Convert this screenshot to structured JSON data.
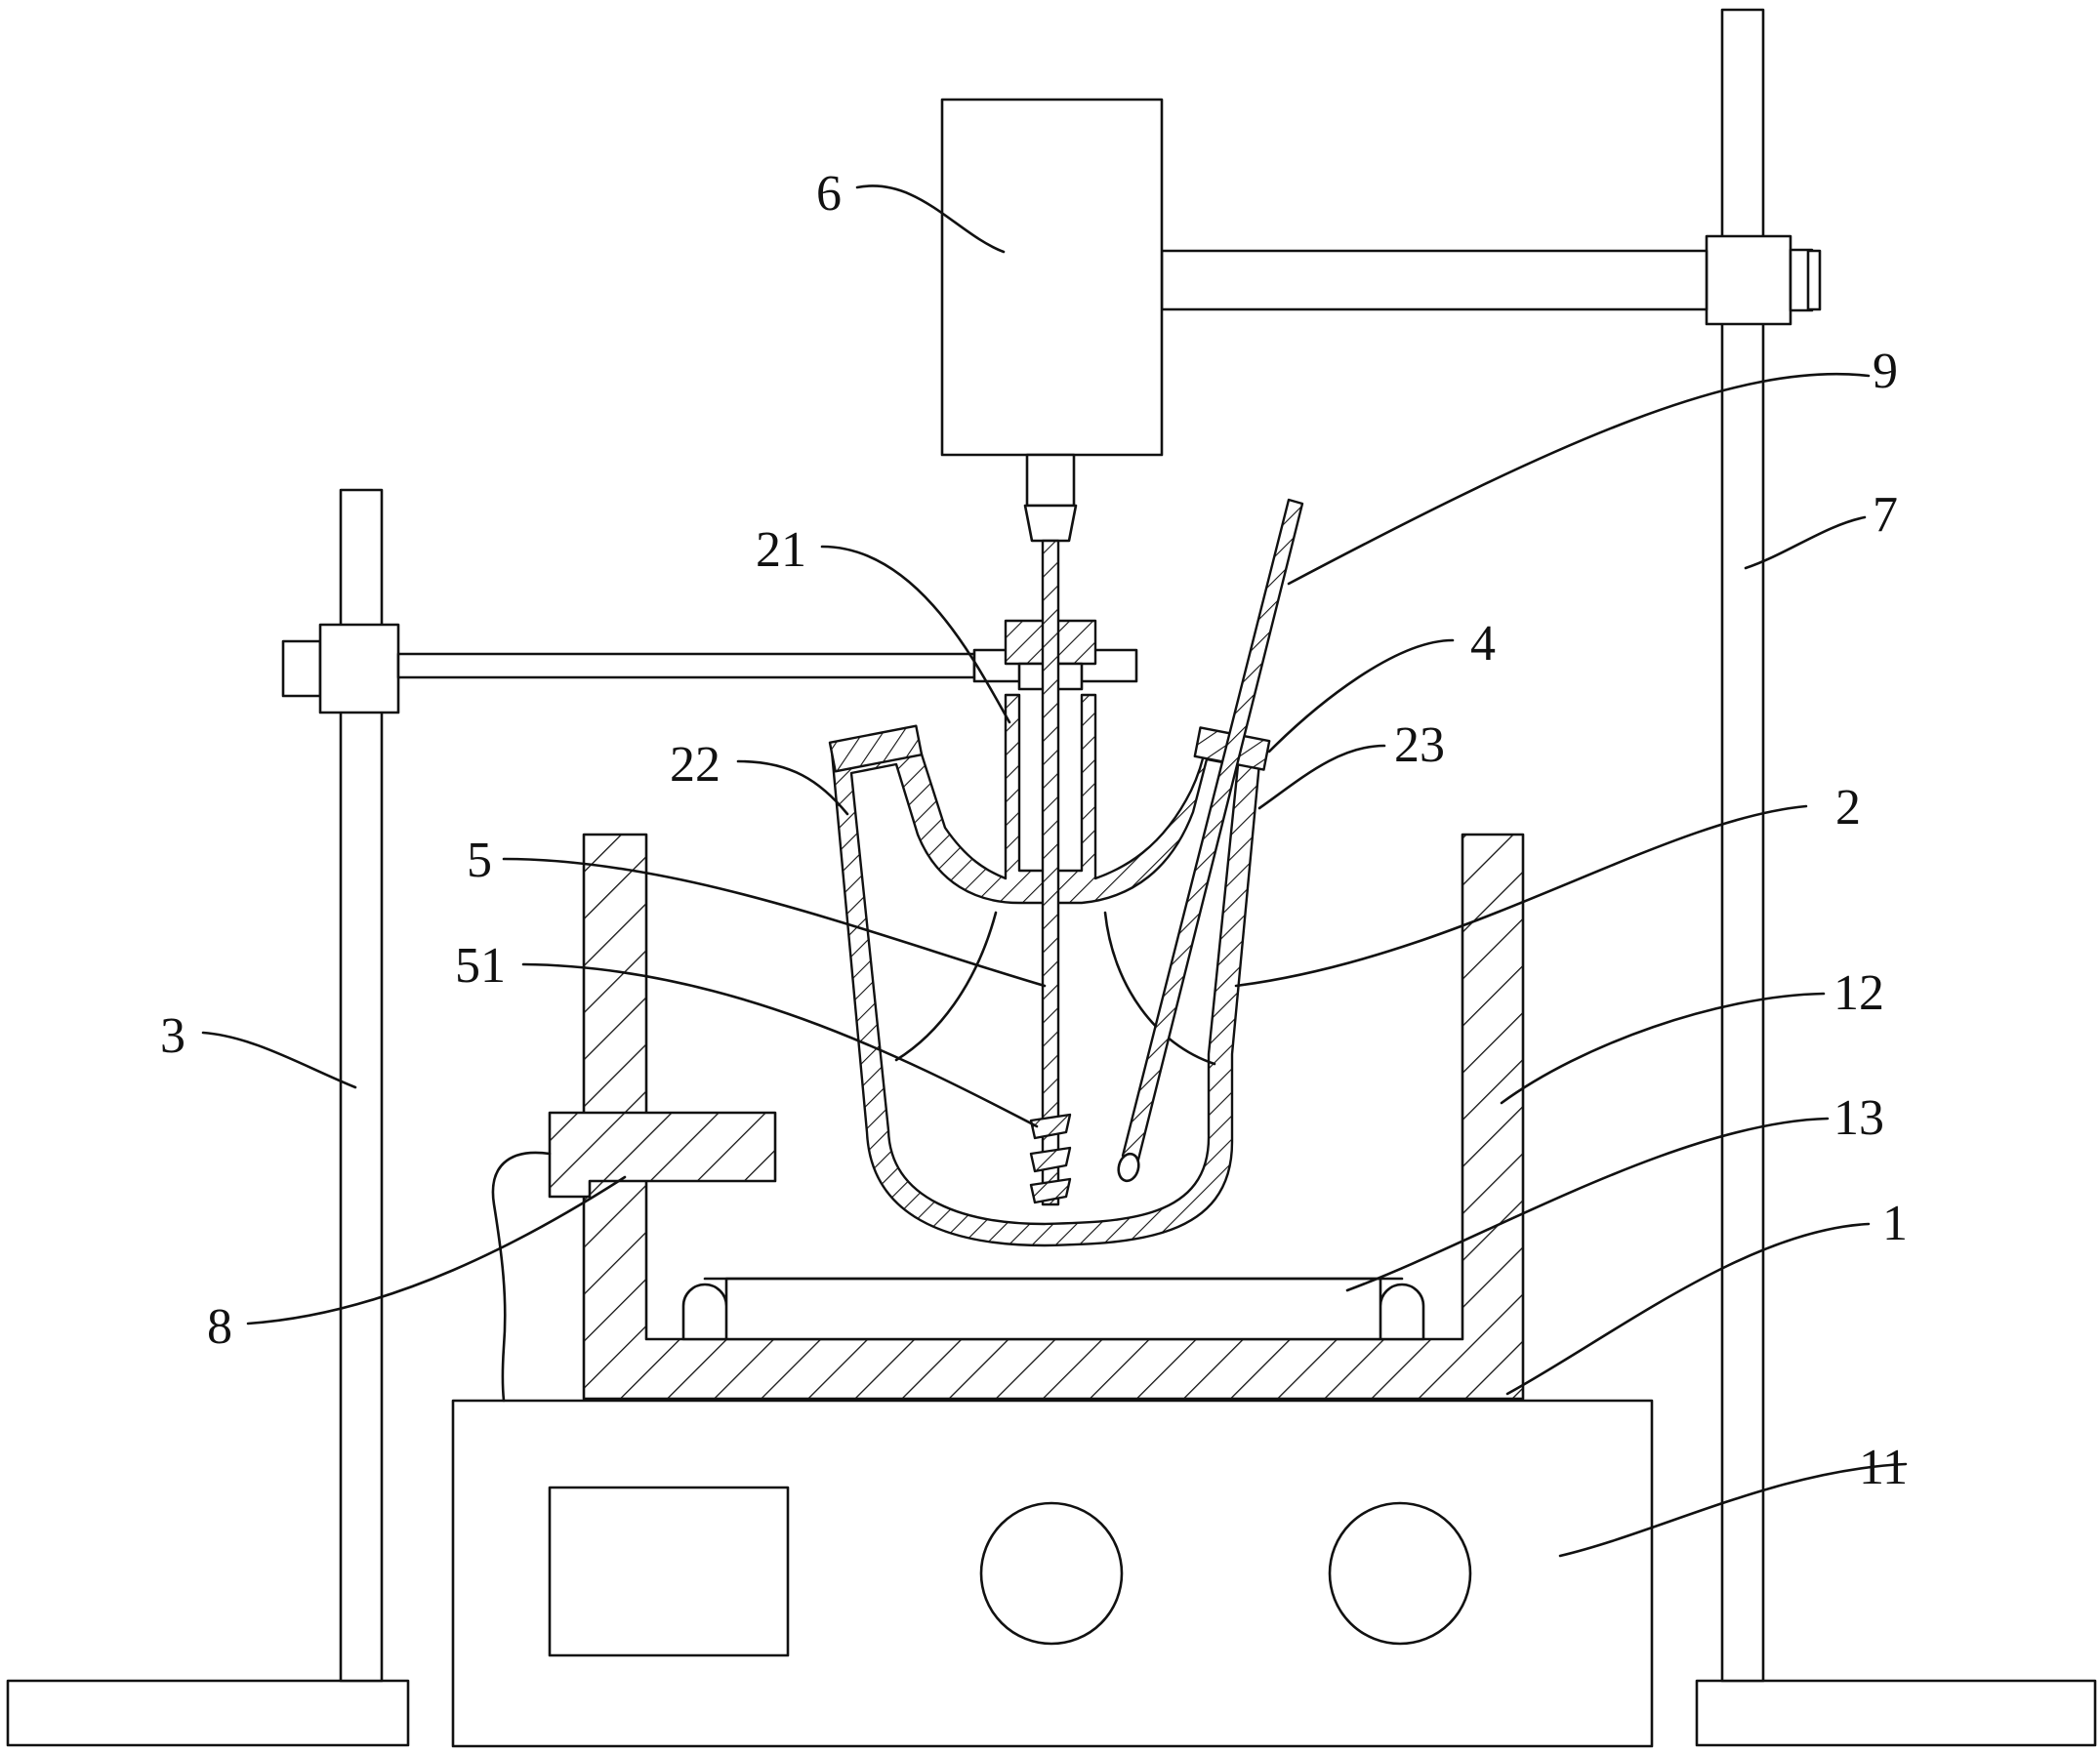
{
  "figure": {
    "labels": {
      "l1": "1",
      "l2": "2",
      "l3": "3",
      "l4": "4",
      "l5": "5",
      "l6": "6",
      "l7": "7",
      "l8": "8",
      "l9": "9",
      "l11": "11",
      "l12": "12",
      "l13": "13",
      "l21": "21",
      "l22": "22",
      "l23": "23",
      "l51": "51"
    }
  }
}
